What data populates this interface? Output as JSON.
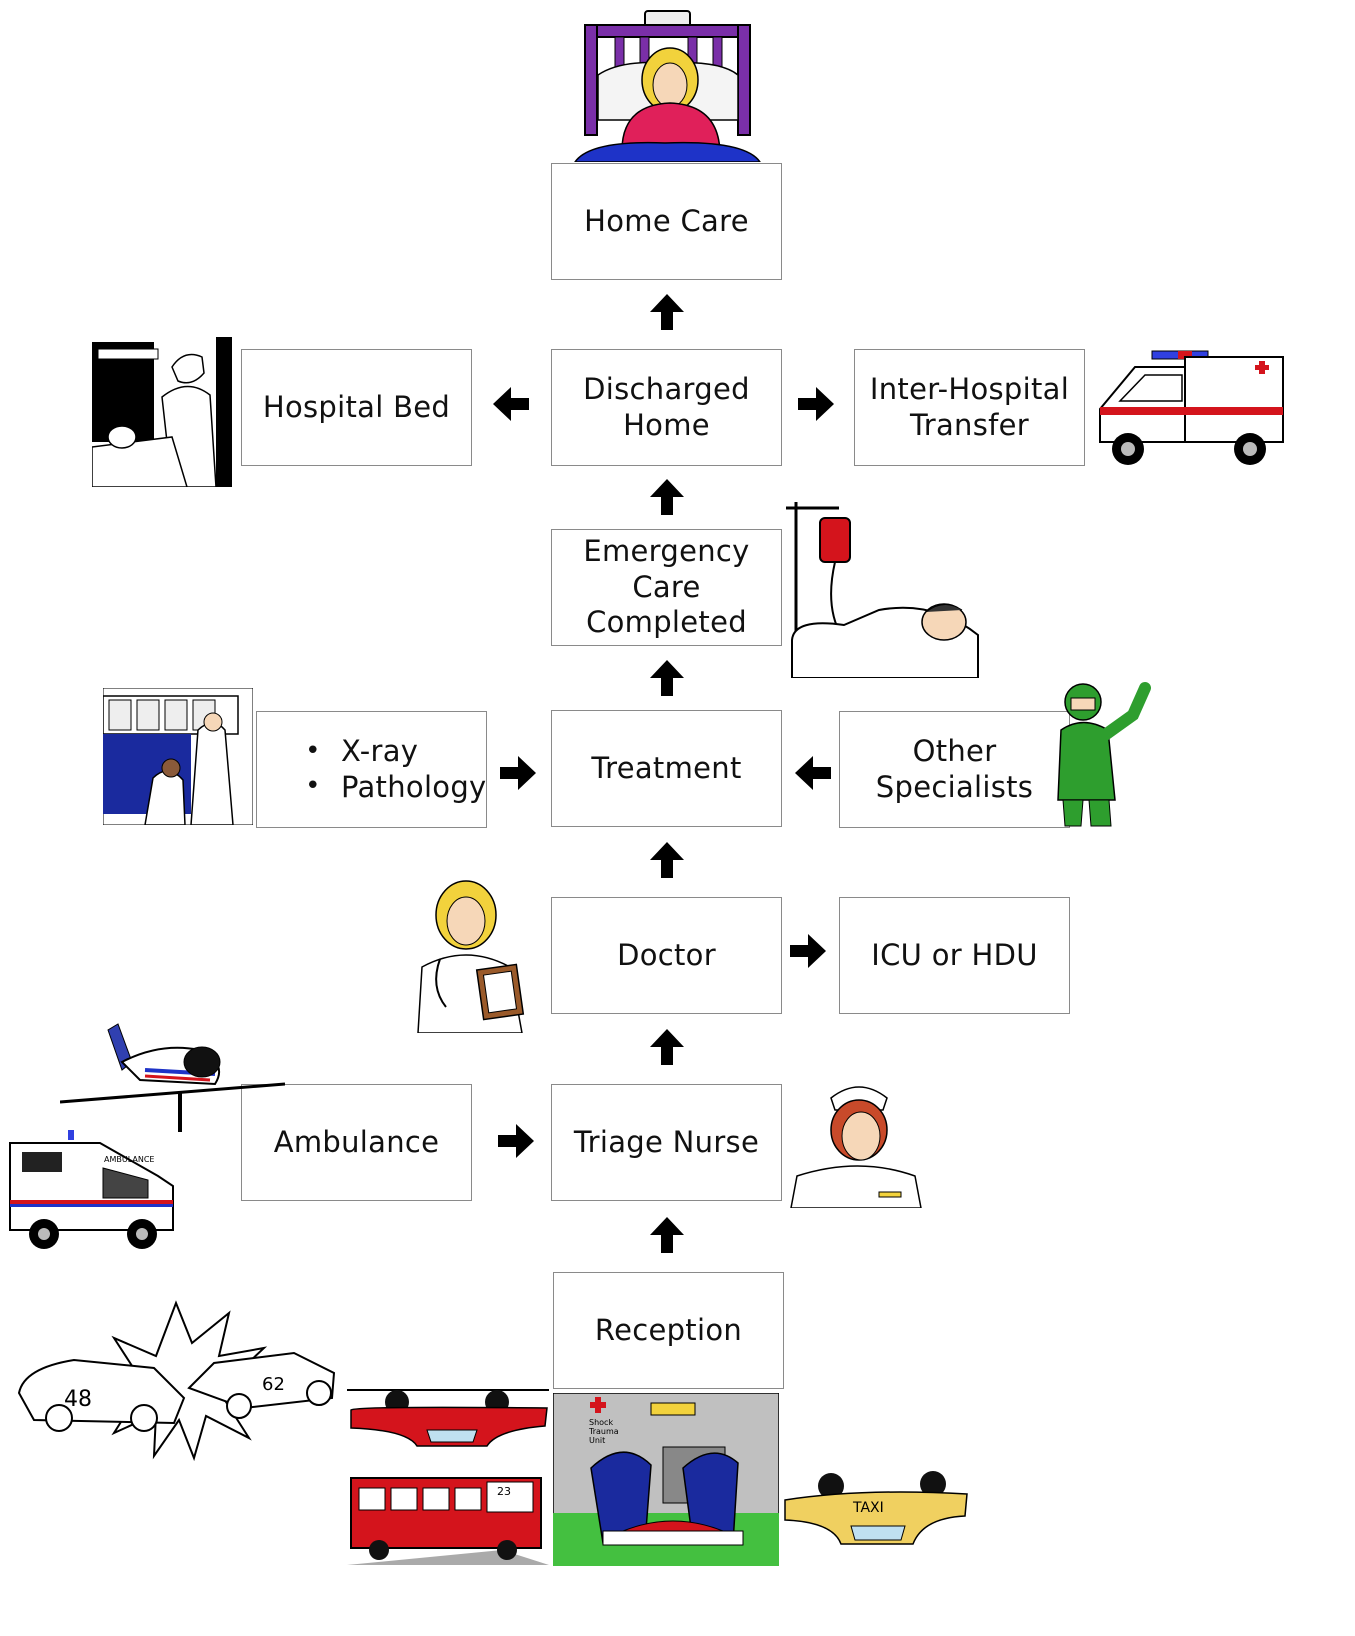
{
  "boxes": {
    "home_care": [
      "Home Care"
    ],
    "hospital_bed": [
      "Hospital Bed"
    ],
    "discharged_home": [
      "Discharged",
      "Home"
    ],
    "inter_hospital_transfer": [
      "Inter-Hospital",
      "Transfer"
    ],
    "emergency_care_completed": [
      "Emergency",
      "Care",
      "Completed"
    ],
    "investigations": [
      "X-ray",
      "Pathology"
    ],
    "treatment": [
      "Treatment"
    ],
    "other_specialists": [
      "Other",
      "Specialists"
    ],
    "doctor": [
      "Doctor"
    ],
    "icu_hdu": [
      "ICU or HDU"
    ],
    "ambulance": [
      "Ambulance"
    ],
    "triage_nurse": [
      "Triage Nurse"
    ],
    "reception": [
      "Reception"
    ]
  },
  "bullet_glyph": "•",
  "picture_text": {
    "shock_unit": [
      "Shock",
      "Trauma",
      "Unit"
    ],
    "ambulance_van": "AMBULANCE",
    "car_48": "48",
    "car_62": "62",
    "bus_route": "23",
    "taxi": "TAXI"
  },
  "colors": {
    "box_border": "#8a8a8a",
    "arrow": "#000000",
    "bed_frame": "#7a2fa8",
    "patient_top": "#e0205a",
    "hair": "#f2d23c",
    "bed_blanket": "#1e33c8",
    "scrubs": "#2e9e2e",
    "xray_wall": "#1a2a9e",
    "trauma_floor": "#44c040",
    "red_vehicle": "#d4141c",
    "taxi_yellow": "#f0d060"
  }
}
